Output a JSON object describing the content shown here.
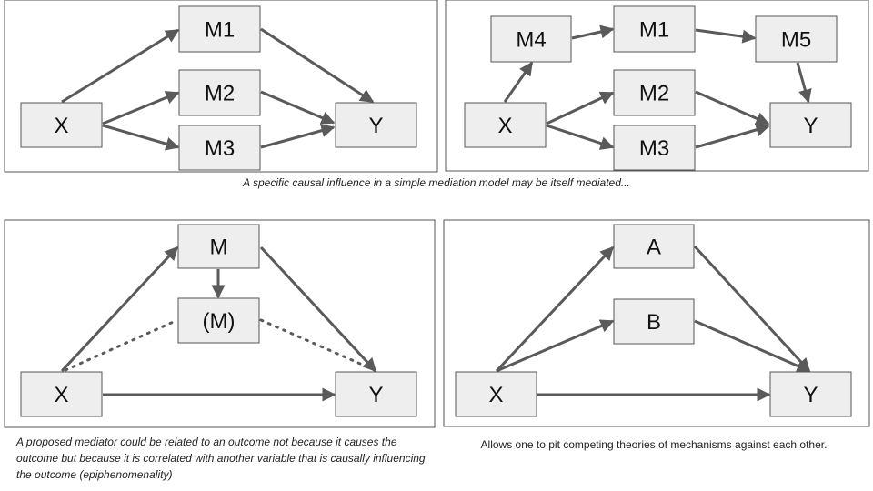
{
  "colors": {
    "edge": "#5a5a5a",
    "node_fill": "#eeeeee",
    "node_stroke": "#555555"
  },
  "panels": [
    {
      "id": "top-left",
      "nodes": [
        {
          "id": "X",
          "label": "X"
        },
        {
          "id": "M1",
          "label": "M1"
        },
        {
          "id": "M2",
          "label": "M2"
        },
        {
          "id": "M3",
          "label": "M3"
        },
        {
          "id": "Y",
          "label": "Y"
        }
      ],
      "edges": [
        {
          "from": "X",
          "to": "M1",
          "style": "solid"
        },
        {
          "from": "X",
          "to": "M2",
          "style": "solid"
        },
        {
          "from": "X",
          "to": "M3",
          "style": "solid"
        },
        {
          "from": "M1",
          "to": "Y",
          "style": "solid"
        },
        {
          "from": "M2",
          "to": "Y",
          "style": "solid"
        },
        {
          "from": "M3",
          "to": "Y",
          "style": "solid"
        }
      ]
    },
    {
      "id": "top-right",
      "nodes": [
        {
          "id": "X",
          "label": "X"
        },
        {
          "id": "M4",
          "label": "M4"
        },
        {
          "id": "M1",
          "label": "M1"
        },
        {
          "id": "M5",
          "label": "M5"
        },
        {
          "id": "M2",
          "label": "M2"
        },
        {
          "id": "M3",
          "label": "M3"
        },
        {
          "id": "Y",
          "label": "Y"
        }
      ],
      "edges": [
        {
          "from": "X",
          "to": "M4",
          "style": "solid"
        },
        {
          "from": "M4",
          "to": "M1",
          "style": "solid"
        },
        {
          "from": "M1",
          "to": "M5",
          "style": "solid"
        },
        {
          "from": "M5",
          "to": "Y",
          "style": "solid"
        },
        {
          "from": "X",
          "to": "M2",
          "style": "solid"
        },
        {
          "from": "X",
          "to": "M3",
          "style": "solid"
        },
        {
          "from": "M2",
          "to": "Y",
          "style": "solid"
        },
        {
          "from": "M3",
          "to": "Y",
          "style": "solid"
        }
      ]
    },
    {
      "id": "bottom-left",
      "nodes": [
        {
          "id": "M",
          "label": "M"
        },
        {
          "id": "PM",
          "label": "(M)"
        },
        {
          "id": "X",
          "label": "X"
        },
        {
          "id": "Y",
          "label": "Y"
        }
      ],
      "edges": [
        {
          "from": "X",
          "to": "M",
          "style": "solid"
        },
        {
          "from": "M",
          "to": "PM",
          "style": "solid"
        },
        {
          "from": "M",
          "to": "Y",
          "style": "solid"
        },
        {
          "from": "X",
          "to": "Y",
          "style": "solid"
        },
        {
          "from": "X",
          "to": "PM",
          "style": "dotted"
        },
        {
          "from": "PM",
          "to": "Y",
          "style": "dotted"
        }
      ]
    },
    {
      "id": "bottom-right",
      "nodes": [
        {
          "id": "A",
          "label": "A"
        },
        {
          "id": "B",
          "label": "B"
        },
        {
          "id": "X",
          "label": "X"
        },
        {
          "id": "Y",
          "label": "Y"
        }
      ],
      "edges": [
        {
          "from": "X",
          "to": "A",
          "style": "solid"
        },
        {
          "from": "X",
          "to": "B",
          "style": "solid"
        },
        {
          "from": "A",
          "to": "Y",
          "style": "solid"
        },
        {
          "from": "B",
          "to": "Y",
          "style": "solid"
        },
        {
          "from": "X",
          "to": "Y",
          "style": "solid"
        }
      ]
    }
  ],
  "captions": {
    "top": "A specific causal influence in a simple mediation model may be itself mediated...",
    "bottom_left": "A proposed mediator could be related to an outcome not because it causes the outcome but because it is correlated with another variable that is causally influencing the outcome (epiphenomenality)",
    "bottom_right": "Allows one to pit competing theories of mechanisms against each other."
  }
}
